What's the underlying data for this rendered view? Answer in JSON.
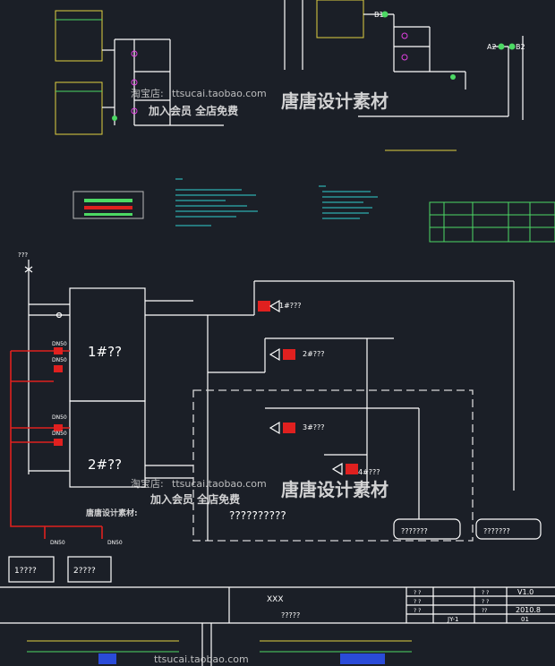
{
  "watermark": {
    "shop_label": "淘宝店:",
    "shop_url": "ttsucai.taobao.com",
    "join_text": "加入会员 全店免费",
    "brand": "唐唐设计素材",
    "brand_prefix": "唐唐设计素材:",
    "bottom_url": "ttsucai.taobao.com"
  },
  "diagram": {
    "tank1_label": "1#??",
    "tank2_label": "2#??",
    "dashed_box_label": "??????????",
    "box_left_label": "1????",
    "box_right_label": "2????",
    "pump1_label": "1#???",
    "pump2_label": "2#???",
    "pump3_label": "3#???",
    "pump4_label": "4#???",
    "top_valve_label": "???",
    "basin1_label": "???????",
    "basin2_label": "???????",
    "dn_labels": [
      "DN50",
      "DN50",
      "DN50",
      "DN50",
      "DN50",
      "DN50"
    ],
    "node_labels": [
      "B1",
      "A2",
      "B2"
    ]
  },
  "title_block": {
    "center_title": "XXX",
    "center_sub": "?????",
    "cells": [
      "? ?",
      "? ?",
      "? ?",
      "? ?",
      "? ?",
      "??",
      "JY-1"
    ],
    "version": "V1.0",
    "date": "2010.8",
    "sheet": "01"
  },
  "colors": {
    "background": "#1b1f27",
    "line_white": "#ffffff",
    "line_red": "#e0201f",
    "line_green": "#4cd964",
    "line_magenta": "#e040e0",
    "line_cyan": "#30d0d0"
  }
}
